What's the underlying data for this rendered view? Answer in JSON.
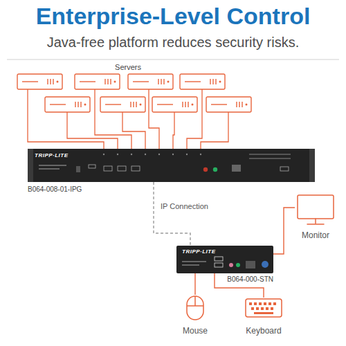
{
  "diagram": {
    "title": "Enterprise-Level Control",
    "nodes": [
      {
        "text": [
          "TRIPP·LITE",
          "B064-008-01-IPG"
        ]
      },
      {
        "text": [
          "TRIPP·LITE",
          "B064-000-STN"
        ]
      },
      {
        "text": [
          "Monitor"
        ]
      },
      {
        "text": [
          "Mouse"
        ]
      },
      {
        "text": [
          "Keyboard"
        ]
      }
    ],
    "edges": [
      {
        "from": 0,
        "to": 1,
        "arrow": "none",
        "label": "IP Connection"
      },
      {
        "from": 1,
        "to": 2,
        "arrow": "none"
      },
      {
        "from": 1,
        "to": 3,
        "arrow": "none"
      },
      {
        "from": 1,
        "to": 4,
        "arrow": "none"
      }
    ],
    "labels": [
      "Java-free platform reduces security risks.",
      "Servers"
    ]
  }
}
